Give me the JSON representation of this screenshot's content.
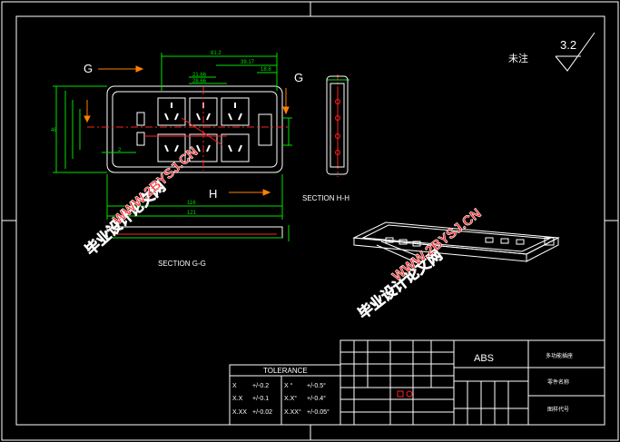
{
  "title_block": {
    "material": "ABS",
    "product_name": "多功能插座",
    "part_name": "零件名称",
    "part_number": "图样代号"
  },
  "tolerance": {
    "title": "TOLERANCE",
    "rows": [
      {
        "linear": "X",
        "linear_tol": "+/-0.2",
        "angular": "X °",
        "angular_tol": "+/-0.5°"
      },
      {
        "linear": "X.X",
        "linear_tol": "+/-0.1",
        "angular": "X.X°",
        "angular_tol": "+/-0.4°"
      },
      {
        "linear": "X.XX",
        "linear_tol": "+/-0.02",
        "angular": "X.XX°",
        "angular_tol": "+/-0.05°"
      }
    ]
  },
  "views": {
    "section_gg": "SECTION G-G",
    "section_hh": "SECTION H-H",
    "label_g": "G",
    "label_g_left": "G",
    "label_h": "H"
  },
  "surface_finish": {
    "value": "3.2",
    "note": "未注"
  },
  "dimensions": {
    "d81": "81.2",
    "d39": "39.17",
    "d18": "18.8",
    "d21a": "21.66",
    "d21b": "28.66",
    "d116": "116",
    "d121": "121",
    "d48": "48",
    "d2": "2"
  },
  "watermarks": {
    "left_cn": "毕业设计论文网",
    "left_url": "WWW.2BYSJ.CN",
    "right_cn": "毕业设计论文网",
    "right_url": "WWW.2BYSJ.CN"
  }
}
